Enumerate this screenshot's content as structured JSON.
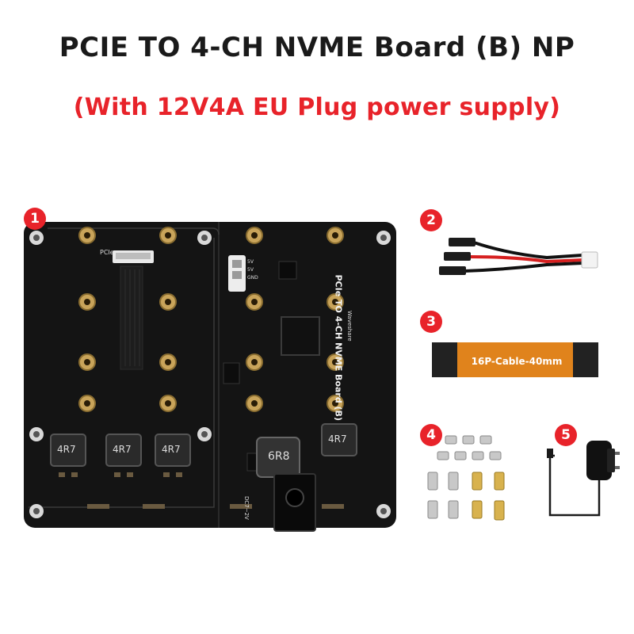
{
  "title": "PCIE TO 4-CH NVME Board (B) NP",
  "subtitle": "(With 12V4A EU Plug power supply)",
  "colors": {
    "accent": "#e8232a",
    "board": "#141414",
    "pad": "#c9a45a"
  },
  "items": [
    {
      "number": "1",
      "name": "pcie-to-4ch-nvme-board"
    },
    {
      "number": "2",
      "name": "power-cable"
    },
    {
      "number": "3",
      "name": "ffc-cable"
    },
    {
      "number": "4",
      "name": "screws-and-standoffs"
    },
    {
      "number": "5",
      "name": "power-adapter"
    }
  ],
  "board": {
    "pcie_label": "PCIe",
    "board_label": "PCIe TO 4-CH NVME Board (B)",
    "brand": "Waveshare",
    "power_labels": [
      "5V",
      "5V",
      "GND"
    ],
    "inductor_labels": [
      "4R7",
      "4R7",
      "4R7",
      "4R7"
    ],
    "main_inductor": "6R8",
    "dc_label": "DC7~2V"
  },
  "cable_label": "16P-Cable-40mm"
}
